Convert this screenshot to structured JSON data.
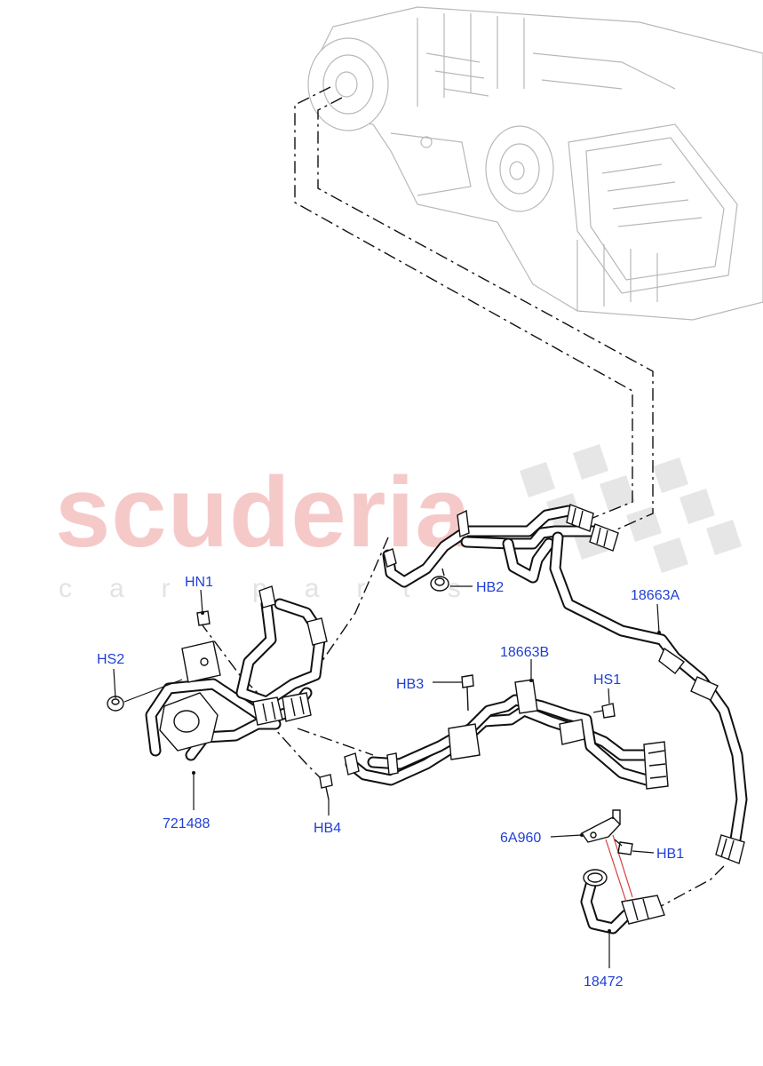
{
  "watermark": {
    "brand": "scuderia",
    "tagline": "car parts"
  },
  "callouts": [
    {
      "id": "HN1",
      "label": "HN1"
    },
    {
      "id": "HS2",
      "label": "HS2"
    },
    {
      "id": "HB2",
      "label": "HB2"
    },
    {
      "id": "18663A",
      "label": "18663A"
    },
    {
      "id": "18663B",
      "label": "18663B"
    },
    {
      "id": "HB3",
      "label": "HB3"
    },
    {
      "id": "HS1",
      "label": "HS1"
    },
    {
      "id": "721488",
      "label": "721488"
    },
    {
      "id": "HB4",
      "label": "HB4"
    },
    {
      "id": "6A960",
      "label": "6A960"
    },
    {
      "id": "HB1",
      "label": "HB1"
    },
    {
      "id": "18472",
      "label": "18472"
    }
  ],
  "colors": {
    "callout_text": "#1f3fd6",
    "watermark_red": "#f6c9c9",
    "watermark_grey": "#e3e3e3",
    "line_art": "#111111",
    "ghost_unit": "#b8b8b8"
  }
}
